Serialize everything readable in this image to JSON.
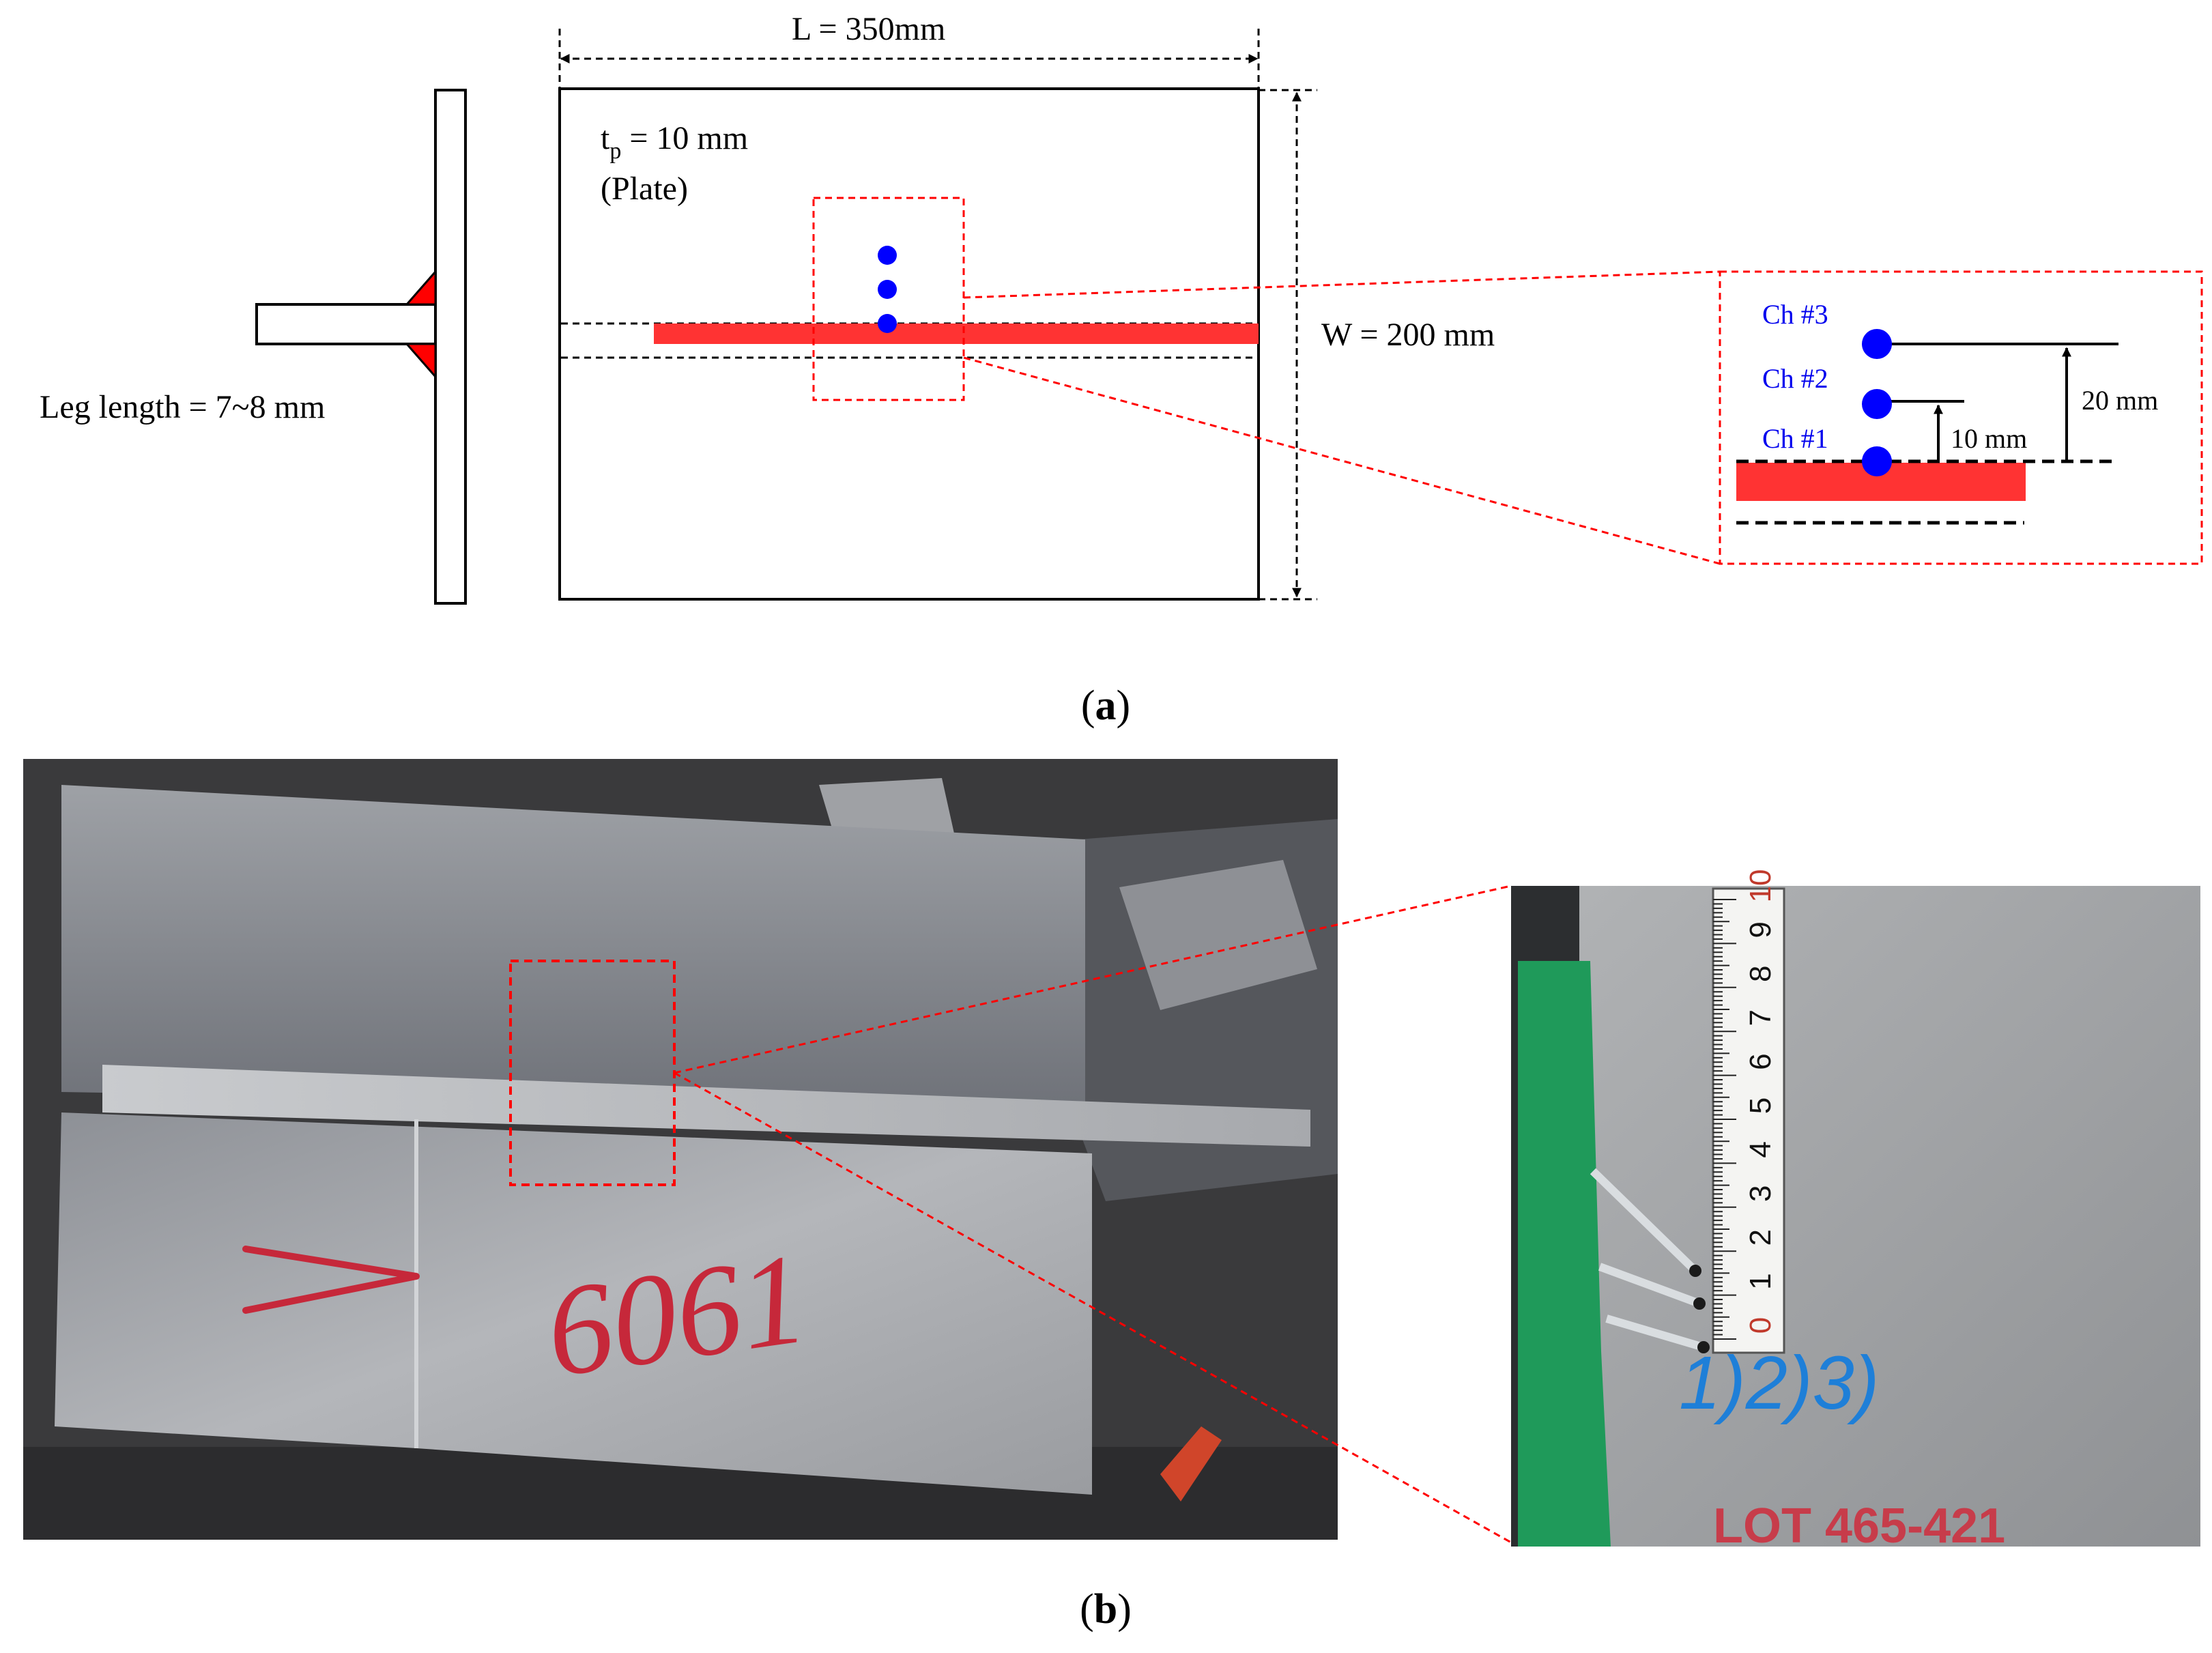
{
  "panel_a": {
    "caption_open": "(",
    "caption_letter": "a",
    "caption_close": ")",
    "leg_length_label": "Leg length  = 7~8 mm",
    "length_label": "L = 350mm",
    "width_label": "W = 200 mm",
    "thickness_t": "t",
    "thickness_sub": "p",
    "thickness_rest": " = 10 mm",
    "plate_label": "(Plate)",
    "inset": {
      "channels": [
        "Ch #3",
        "Ch #2",
        "Ch #1"
      ],
      "dim_10": "10 mm",
      "dim_20": "20 mm"
    }
  },
  "panel_b": {
    "caption_open": "(",
    "caption_letter": "b",
    "caption_close": ")",
    "marker_text": "6061",
    "ruler_digits": [
      "0",
      "1",
      "2",
      "3",
      "4",
      "5",
      "6",
      "7",
      "8",
      "9",
      "10"
    ],
    "inset_marker": "1)2)3)",
    "inset_bottom_text": "LOT 465-421"
  },
  "colors": {
    "weld_red": "#ff3333",
    "thermocouple_blue": "#0000ff",
    "dashed_red": "#ff0000",
    "aluminum": "#a9abaf",
    "tape_green": "#1f9a5a"
  }
}
